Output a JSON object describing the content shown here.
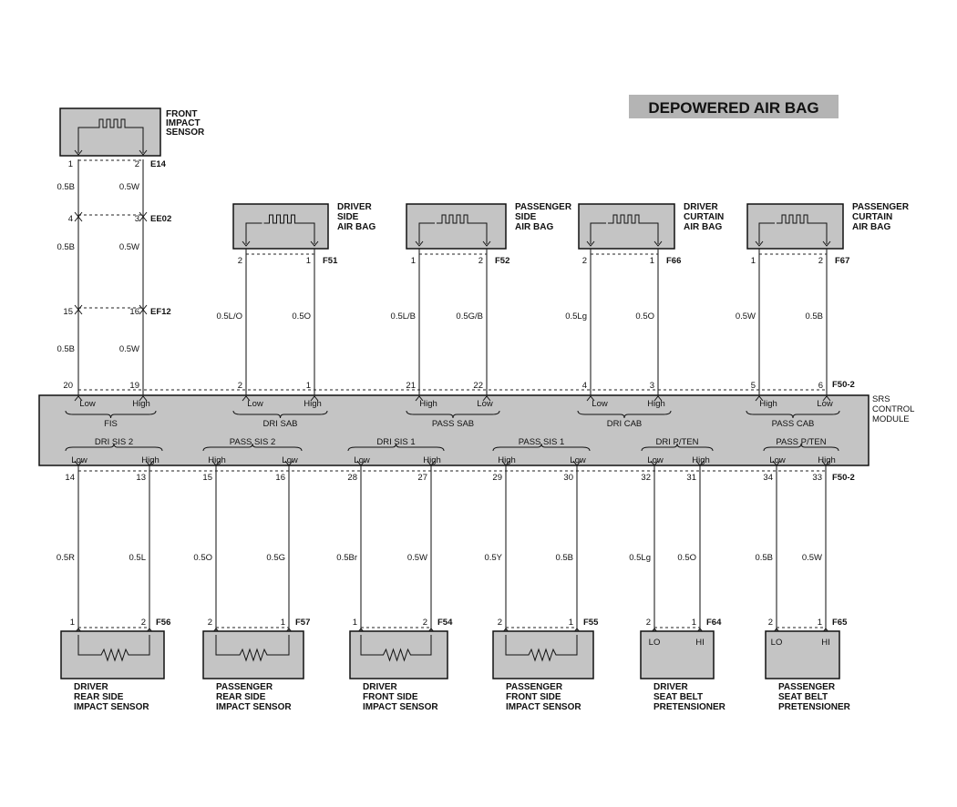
{
  "title": "DEPOWERED AIR BAG",
  "module": {
    "label": [
      "SRS",
      "CONTROL",
      "MODULE"
    ],
    "connector": "F50-2"
  },
  "front_sensor": {
    "label": [
      "FRONT",
      "IMPACT",
      "SENSOR"
    ],
    "connectors": [
      {
        "name": "E14",
        "pins": [
          "1",
          "2"
        ],
        "wires": [
          "0.5B",
          "0.5W"
        ]
      },
      {
        "name": "EE02",
        "pins": [
          "4",
          "3"
        ],
        "wires": [
          "0.5B",
          "0.5W"
        ]
      },
      {
        "name": "EF12",
        "pins": [
          "15",
          "16"
        ],
        "wires": [
          "0.5B",
          "0.5W"
        ]
      }
    ],
    "module_pins": [
      "20",
      "19"
    ],
    "signal": "FIS",
    "pin_labels": [
      "Low",
      "High"
    ]
  },
  "top_components": [
    {
      "label": [
        "DRIVER",
        "SIDE",
        "AIR BAG"
      ],
      "connector": "F51",
      "comp_pins": [
        "2",
        "1"
      ],
      "wires": [
        "0.5L/O",
        "0.5O"
      ],
      "module_pins": [
        "2",
        "1"
      ],
      "signal": "DRI SAB",
      "pin_labels": [
        "Low",
        "High"
      ]
    },
    {
      "label": [
        "PASSENGER",
        "SIDE",
        "AIR BAG"
      ],
      "connector": "F52",
      "comp_pins": [
        "1",
        "2"
      ],
      "wires": [
        "0.5L/B",
        "0.5G/B"
      ],
      "module_pins": [
        "21",
        "22"
      ],
      "signal": "PASS SAB",
      "pin_labels": [
        "High",
        "Low"
      ]
    },
    {
      "label": [
        "DRIVER",
        "CURTAIN",
        "AIR BAG"
      ],
      "connector": "F66",
      "comp_pins": [
        "2",
        "1"
      ],
      "wires": [
        "0.5Lg",
        "0.5O"
      ],
      "module_pins": [
        "4",
        "3"
      ],
      "signal": "DRI CAB",
      "pin_labels": [
        "Low",
        "High"
      ]
    },
    {
      "label": [
        "PASSENGER",
        "CURTAIN",
        "AIR BAG"
      ],
      "connector": "F67",
      "comp_pins": [
        "1",
        "2"
      ],
      "wires": [
        "0.5W",
        "0.5B"
      ],
      "module_pins": [
        "5",
        "6"
      ],
      "signal": "PASS CAB",
      "pin_labels": [
        "High",
        "Low"
      ]
    }
  ],
  "bottom_components": [
    {
      "label": [
        "DRIVER",
        "REAR SIDE",
        "IMPACT SENSOR"
      ],
      "connector": "F56",
      "comp_pins": [
        "1",
        "2"
      ],
      "wires": [
        "0.5R",
        "0.5L"
      ],
      "module_pins": [
        "14",
        "13"
      ],
      "signal": "DRI SIS 2",
      "pin_labels": [
        "Low",
        "High"
      ]
    },
    {
      "label": [
        "PASSENGER",
        "REAR SIDE",
        "IMPACT SENSOR"
      ],
      "connector": "F57",
      "comp_pins": [
        "2",
        "1"
      ],
      "wires": [
        "0.5O",
        "0.5G"
      ],
      "module_pins": [
        "15",
        "16"
      ],
      "signal": "PASS SIS 2",
      "pin_labels": [
        "High",
        "Low"
      ]
    },
    {
      "label": [
        "DRIVER",
        "FRONT SIDE",
        "IMPACT SENSOR"
      ],
      "connector": "F54",
      "comp_pins": [
        "1",
        "2"
      ],
      "wires": [
        "0.5Br",
        "0.5W"
      ],
      "module_pins": [
        "28",
        "27"
      ],
      "signal": "DRI SIS 1",
      "pin_labels": [
        "Low",
        "High"
      ]
    },
    {
      "label": [
        "PASSENGER",
        "FRONT SIDE",
        "IMPACT SENSOR"
      ],
      "connector": "F55",
      "comp_pins": [
        "2",
        "1"
      ],
      "wires": [
        "0.5Y",
        "0.5B"
      ],
      "module_pins": [
        "29",
        "30"
      ],
      "signal": "PASS SIS 1",
      "pin_labels": [
        "High",
        "Low"
      ]
    },
    {
      "label": [
        "DRIVER",
        "SEAT BELT",
        "PRETENSIONER"
      ],
      "connector": "F64",
      "comp_pins": [
        "2",
        "1"
      ],
      "wires": [
        "0.5Lg",
        "0.5O"
      ],
      "module_pins": [
        "32",
        "31"
      ],
      "signal": "DRI P/TEN",
      "pin_labels": [
        "Low",
        "High"
      ],
      "terminals": [
        "LO",
        "HI"
      ]
    },
    {
      "label": [
        "PASSENGER",
        "SEAT BELT",
        "PRETENSIONER"
      ],
      "connector": "F65",
      "comp_pins": [
        "2",
        "1"
      ],
      "wires": [
        "0.5B",
        "0.5W"
      ],
      "module_pins": [
        "34",
        "33"
      ],
      "signal": "PASS P/TEN",
      "pin_labels": [
        "Low",
        "High"
      ],
      "terminals": [
        "LO",
        "HI"
      ]
    }
  ]
}
